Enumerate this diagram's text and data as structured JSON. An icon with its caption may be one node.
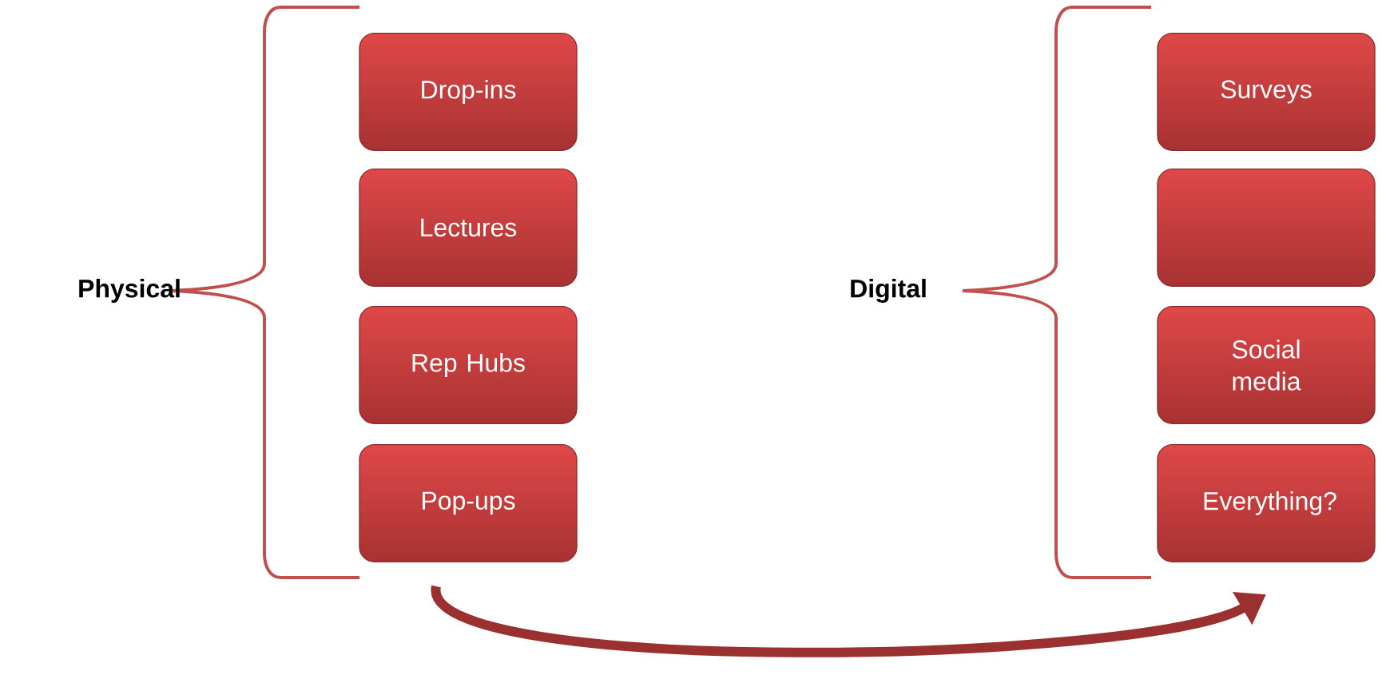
{
  "diagram": {
    "nodes": [
      {
        "text": [
          "Physical"
        ]
      },
      {
        "text": [
          "Drop-ins"
        ]
      },
      {
        "text": [
          "Lectures"
        ]
      },
      {
        "text": [
          "Rep Hubs"
        ]
      },
      {
        "text": [
          "Pop-ups"
        ]
      },
      {
        "text": [
          "Digital"
        ]
      },
      {
        "text": [
          "Surveys"
        ]
      },
      {
        "text": [],
        "shape": "box"
      },
      {
        "text": [
          "Social media"
        ]
      },
      {
        "text": [
          "Everything?"
        ]
      }
    ],
    "edges": [
      {
        "from": 4,
        "to": 9,
        "arrow": "to"
      }
    ]
  }
}
